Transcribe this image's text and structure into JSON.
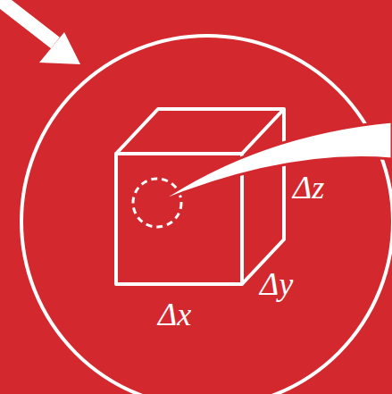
{
  "diagram": {
    "labels": [
      "Δz",
      "Δy",
      "Δx"
    ]
  }
}
